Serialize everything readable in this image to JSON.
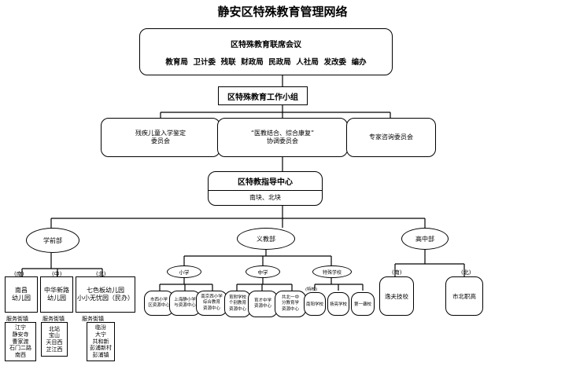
{
  "title": "静安区特殊教育管理网络",
  "joint_meeting": {
    "name": "区特殊教育联席会议",
    "members": "教育局  卫计委  残联  财政局  民政局  人社局  发改委  编办"
  },
  "working_group": "区特殊教育工作小组",
  "committees": [
    "残疾儿童入学鉴定\n委员会",
    "“医教结合、综合康复”\n协调委员会",
    "专家咨询委员会"
  ],
  "guidance_center": {
    "name": "区特教指导中心",
    "sub": "南块、北块"
  },
  "departments": [
    "学前部",
    "义教部",
    "高中部"
  ],
  "preschool": {
    "tags": [
      "(南)",
      "(中)",
      "(北)"
    ],
    "units": [
      "南昌\n幼儿园",
      "中华新路\n幼儿园",
      "七色板幼儿园\n小小无忧园（民办）"
    ],
    "service_label": "服务街镇",
    "areas": [
      "江宁\n静安寺\n曹家渡\n石门二路\n南西",
      "北站\n宝山\n天目西\n芷江西",
      "临汾\n大宁\n共和新\n彭浦新村\n彭浦镇"
    ]
  },
  "compulsory": {
    "groups": [
      "小学",
      "中学",
      "特殊学校"
    ],
    "primary_units": [
      "市西小学\n区资源中心",
      "上海静小学\n与资源中心",
      "南京西小学\n综合教育\n资源中心"
    ],
    "middle_units": [
      "育附学校\n个别教育\n资源中心",
      "育才中学\n资源中心",
      "共北一中\n分教育学\n资源中心"
    ],
    "special_tag": "(特校)",
    "special_units": [
      "南阳学校",
      "扬亮学校",
      "第一聋校"
    ]
  },
  "highschool": {
    "tags": [
      "(南)",
      "(北)"
    ],
    "units": [
      "逸夫技校",
      "市北职高"
    ]
  }
}
